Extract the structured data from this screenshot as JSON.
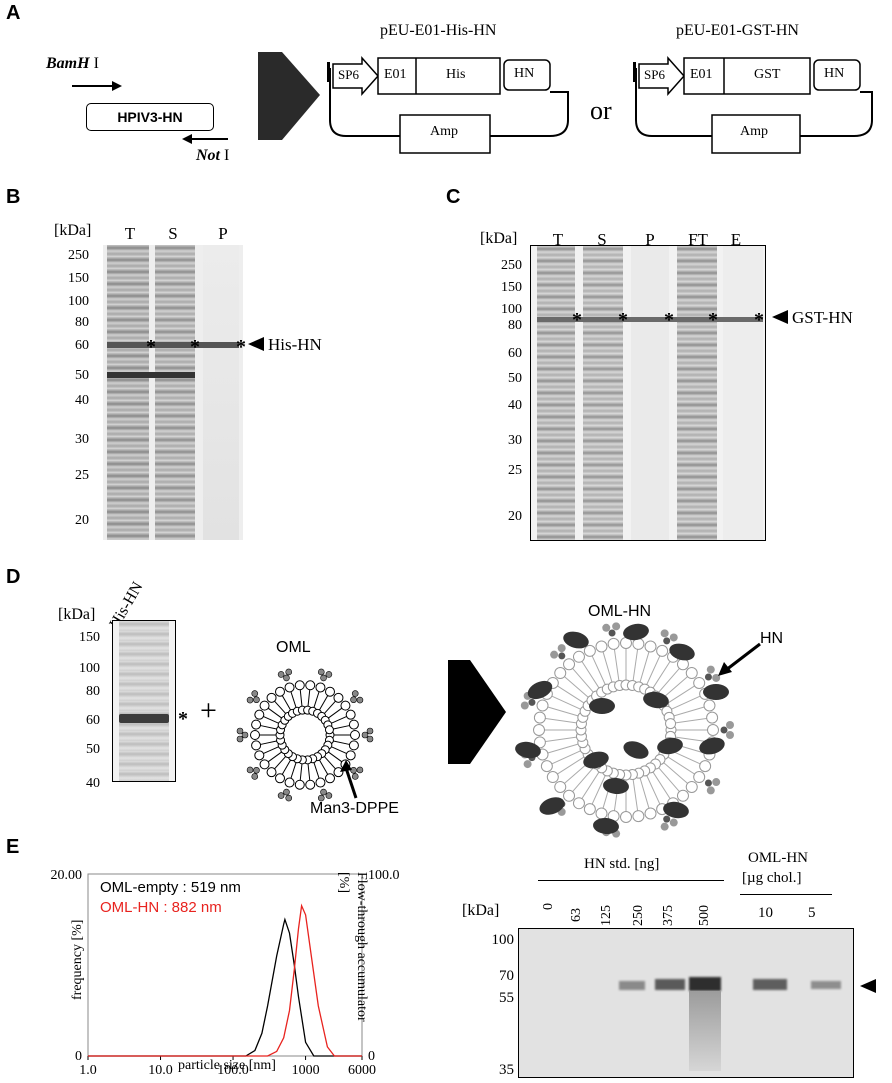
{
  "panels": {
    "A": {
      "letter": "A",
      "bamhi": "BamH",
      "roman1": "I",
      "gene": "HPIV3-HN",
      "noti": "Not",
      "roman2": "I",
      "plasmid1": {
        "title": "pEU-E01-His-HN",
        "promoter": "SP6",
        "e01": "E01",
        "tag": "His",
        "hn": "HN",
        "amp": "Amp"
      },
      "or": "or",
      "plasmid2": {
        "title": "pEU-E01-GST-HN",
        "promoter": "SP6",
        "e01": "E01",
        "tag": "GST",
        "hn": "HN",
        "amp": "Amp"
      }
    },
    "B": {
      "letter": "B",
      "unit": "[kDa]",
      "lanes": [
        "T",
        "S",
        "P"
      ],
      "markers": [
        "250",
        "150",
        "100",
        "80",
        "60",
        "50",
        "40",
        "30",
        "25",
        "20"
      ],
      "band_label": "His-HN",
      "asterisk": "*"
    },
    "C": {
      "letter": "C",
      "unit": "[kDa]",
      "lanes": [
        "T",
        "S",
        "P",
        "FT",
        "E"
      ],
      "markers": [
        "250",
        "150",
        "100",
        "80",
        "60",
        "50",
        "40",
        "30",
        "25",
        "20"
      ],
      "band_label": "GST-HN",
      "asterisk": "*"
    },
    "D": {
      "letter": "D",
      "unit": "[kDa]",
      "lane": "His-HN",
      "markers": [
        "150",
        "100",
        "80",
        "60",
        "50",
        "40"
      ],
      "plus": "+",
      "oml": "OML",
      "man3": "Man3-DPPE",
      "omlhn": "OML-HN",
      "hn": "HN",
      "asterisk": "*"
    },
    "E": {
      "letter": "E",
      "chart_data": {
        "type": "line",
        "ylabel_left": "frequency [%]",
        "ylabel_right": "Flow-through accumulator [%]",
        "xlabel": "particle size [nm]",
        "x_scale": "log",
        "xlim": [
          1,
          6000
        ],
        "ylim": [
          0,
          20
        ],
        "ylim_right": [
          0,
          100
        ],
        "x_ticks": [
          "1.0",
          "10.0",
          "100.0",
          "1000",
          "6000"
        ],
        "y_ticks_left": [
          "0",
          "20.00"
        ],
        "y_ticks_right": [
          "0",
          "100.0"
        ],
        "series": [
          {
            "name": "OML-empty : 519 nm",
            "color": "#000000",
            "x": [
              150,
              200,
              250,
              300,
              400,
              500,
              519,
              600,
              700,
              800,
              1000,
              1300
            ],
            "y": [
              0,
              0.6,
              2.5,
              5.5,
              11,
              14.5,
              15,
              13.5,
              10,
              6.5,
              1.5,
              0
            ]
          },
          {
            "name": "OML-HN : 882 nm",
            "color": "#e8231f",
            "x": [
              300,
              400,
              500,
              600,
              700,
              800,
              882,
              1000,
              1200,
              1500,
              2000,
              2500
            ],
            "y": [
              0,
              0.5,
              2,
              5,
              9.5,
              14,
              16.5,
              15.5,
              11,
              5.5,
              1,
              0
            ]
          }
        ]
      },
      "gel": {
        "unit": "[kDa]",
        "group1": "HN std. [ng]",
        "group2_line1": "OML-HN",
        "group2_line2": "[µg chol.]",
        "lanes": [
          "0",
          "63",
          "125",
          "250",
          "375",
          "500",
          "10",
          "5"
        ],
        "markers": [
          "100",
          "70",
          "55",
          "35"
        ]
      }
    }
  }
}
